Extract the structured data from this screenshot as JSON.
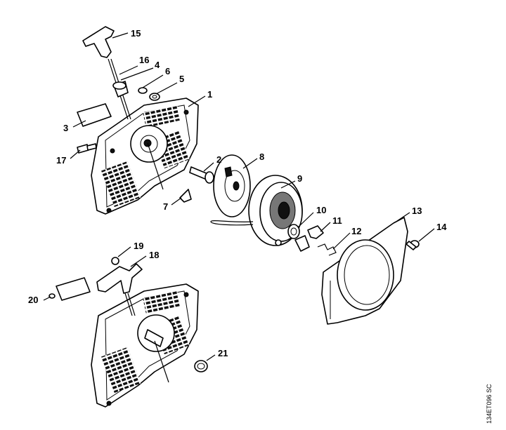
{
  "diagram": {
    "callouts": [
      "1",
      "2",
      "3",
      "4",
      "5",
      "6",
      "7",
      "8",
      "9",
      "10",
      "11",
      "12",
      "13",
      "14",
      "15",
      "16",
      "17",
      "18",
      "19",
      "20",
      "21"
    ],
    "drawing_code": "134ET096 SC"
  }
}
